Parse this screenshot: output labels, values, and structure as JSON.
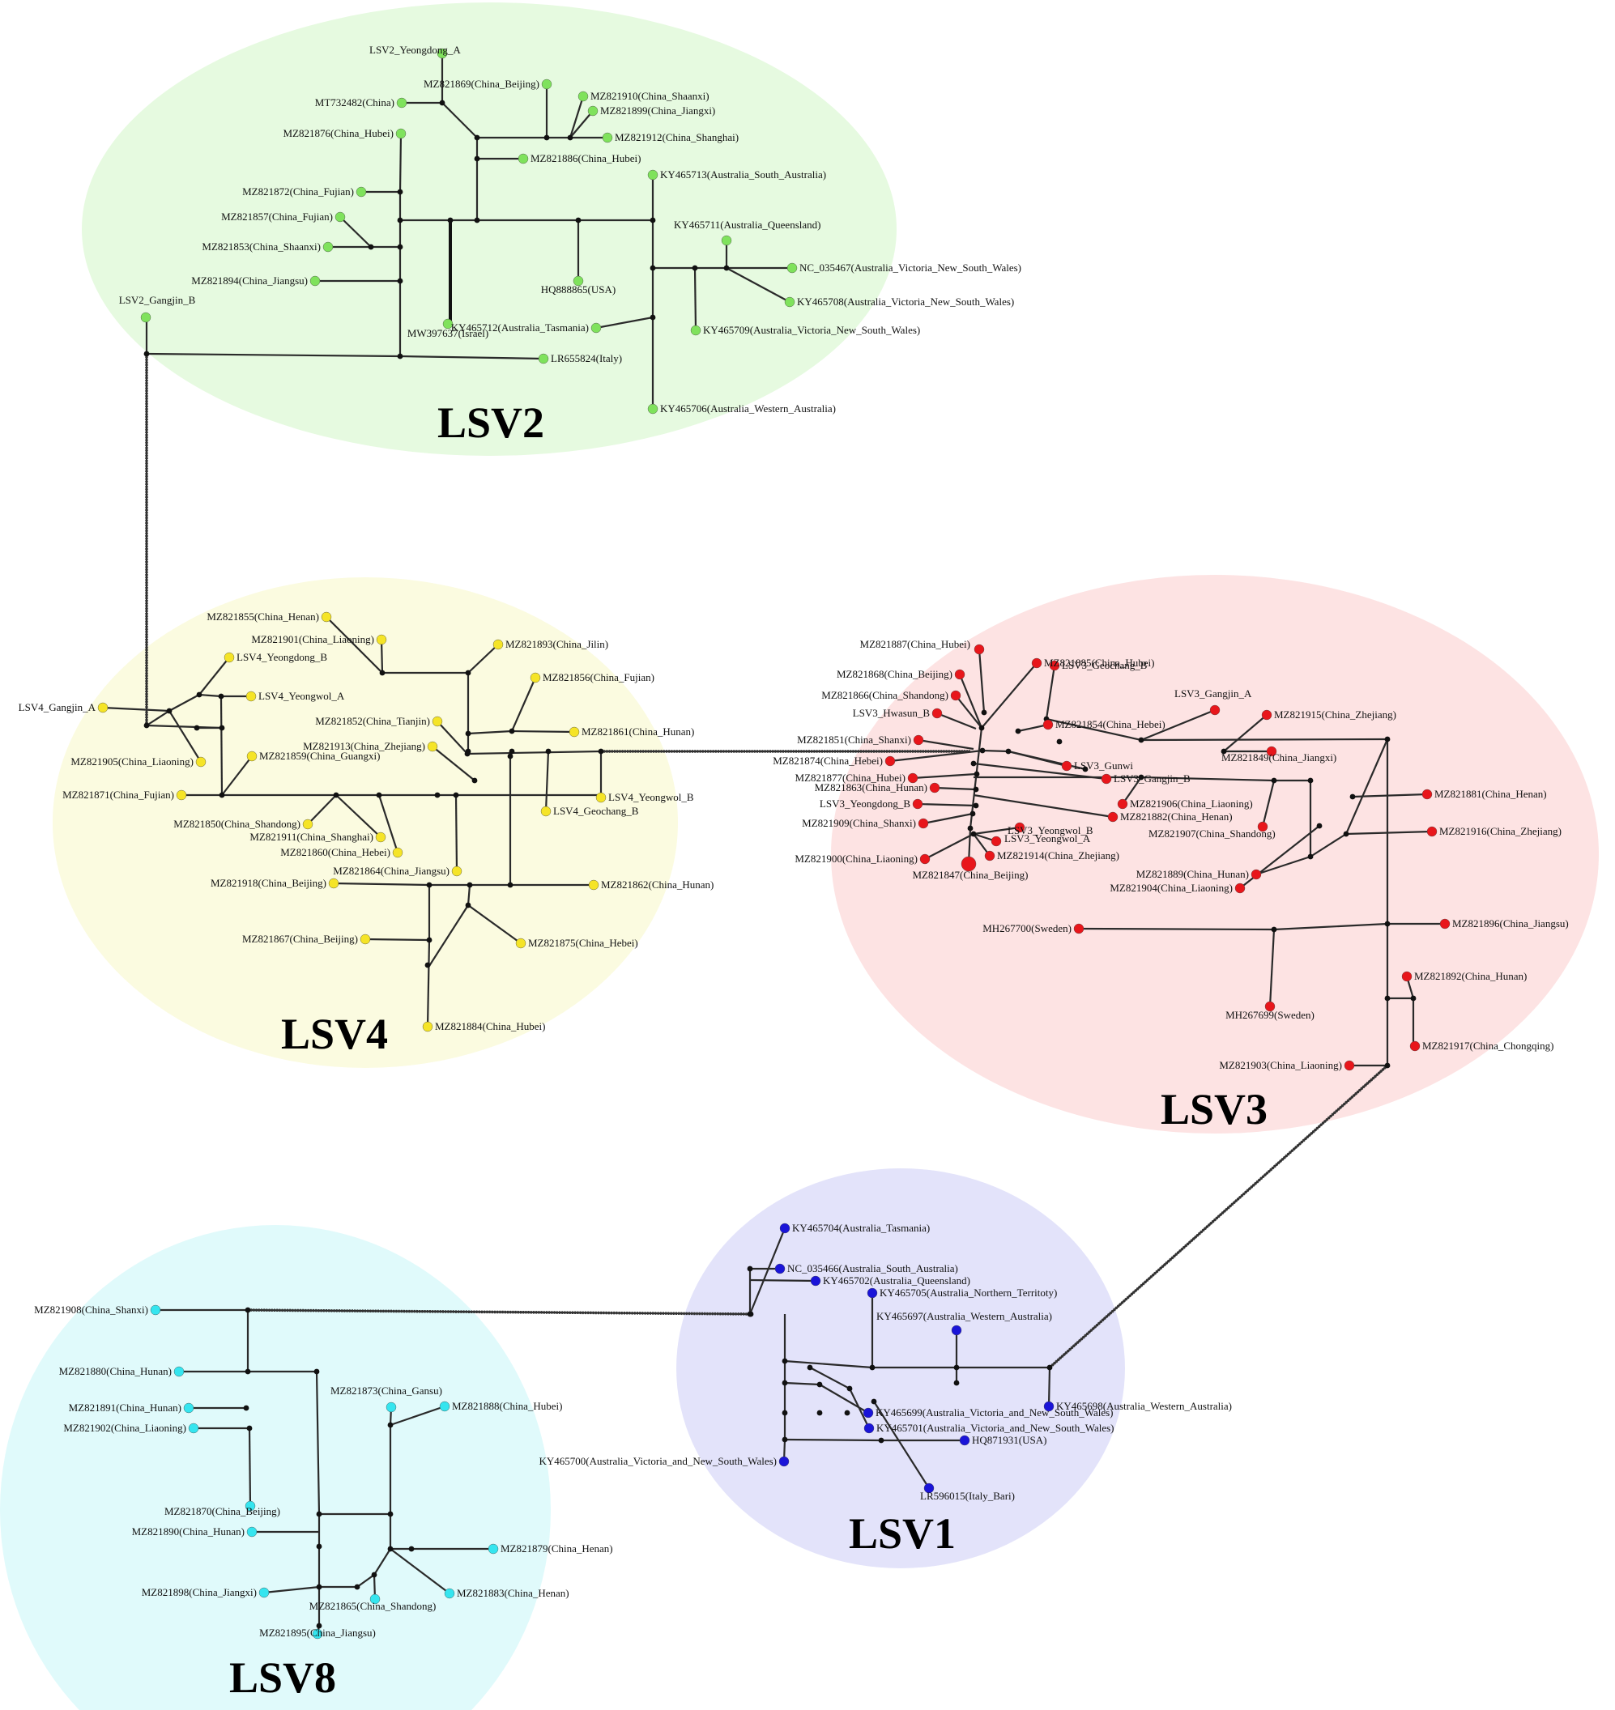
{
  "groups": [
    {
      "id": "LSV2",
      "label": "LSV2",
      "color": "#7fe25c",
      "bg": "#e6fae0"
    },
    {
      "id": "LSV4",
      "label": "LSV4",
      "color": "#f5e427",
      "bg": "#fbfbe0"
    },
    {
      "id": "LSV3",
      "label": "LSV3",
      "color": "#e8161b",
      "bg": "#fde3e3"
    },
    {
      "id": "LSV1",
      "label": "LSV1",
      "color": "#1a14d8",
      "bg": "#e3e3fa"
    },
    {
      "id": "LSV8",
      "label": "LSV8",
      "color": "#35e5ef",
      "bg": "#e0fafb"
    }
  ],
  "haplotypes": {
    "LSV2": [
      "LSV2_Yeongdong_A",
      "MZ821869(China_Beijing)",
      "MT732482(China)",
      "MZ821910(China_Shaanxi)",
      "MZ821899(China_Jiangxi)",
      "MZ821876(China_Hubei)",
      "MZ821912(China_Shanghai)",
      "MZ821886(China_Hubei)",
      "KY465713(Australia_South_Australia)",
      "MZ821872(China_Fujian)",
      "MZ821857(China_Fujian)",
      "KY465711(Australia_Queensland)",
      "MZ821853(China_Shaanxi)",
      "NC_035467(Australia_Victoria_New_South_Wales)",
      "MZ821894(China_Jiangsu)",
      "HQ888865(USA)",
      "KY465708(Australia_Victoria_New_South_Wales)",
      "LSV2_Gangjin_B",
      "KY465712(Australia_Tasmania)",
      "KY465709(Australia_Victoria_New_South_Wales)",
      "MW397637(Israel)",
      "LR655824(Italy)",
      "KY465706(Australia_Western_Australia)"
    ],
    "LSV4": [
      "MZ821855(China_Henan)",
      "MZ821901(China_Liaoning)",
      "MZ821893(China_Jilin)",
      "LSV4_Yeongdong_B",
      "MZ821856(China_Fujian)",
      "LSV4_Yeongwol_A",
      "LSV4_Gangjin_A",
      "MZ821852(China_Tianjin)",
      "MZ821861(China_Hunan)",
      "MZ821913(China_Zhejiang)",
      "MZ821859(China_Guangxi)",
      "MZ821905(China_Liaoning)",
      "MZ821871(China_Fujian)",
      "LSV4_Yeongwol_B",
      "LSV4_Geochang_B",
      "MZ821850(China_Shandong)",
      "MZ821911(China_Shanghai)",
      "MZ821860(China_Hebei)",
      "MZ821864(China_Jiangsu)",
      "MZ821918(China_Beijing)",
      "MZ821862(China_Hunan)",
      "MZ821867(China_Beijing)",
      "MZ821875(China_Hebei)",
      "MZ821884(China_Hubei)"
    ],
    "LSV3": [
      "MZ821887(China_Hubei)",
      "MZ821885(China_Hubei)",
      "MZ821868(China_Beijing)",
      "LSV3_Geochang_B",
      "MZ821866(China_Shandong)",
      "LSV3_Gangjin_A",
      "LSV3_Hwasun_B",
      "MZ821854(China_Hebei)",
      "MZ821915(China_Zhejiang)",
      "MZ821851(China_Shanxi)",
      "MZ821874(China_Hebei)",
      "MZ821849(China_Jiangxi)",
      "LSV3_Gunwi",
      "MZ821877(China_Hubei)",
      "LSV3_Gangjin_B",
      "MZ821863(China_Hunan)",
      "MZ821881(China_Henan)",
      "LSV3_Yeongdong_B",
      "MZ821906(China_Liaoning)",
      "MZ821882(China_Henan)",
      "MZ821909(China_Shanxi)",
      "LSV3_Yeongwol_B",
      "LSV3_Yeongwol_A",
      "MZ821907(China_Shandong)",
      "MZ821916(China_Zhejiang)",
      "MZ821900(China_Liaoning)",
      "MZ821914(China_Zhejiang)",
      "MZ821847(China_Beijing)",
      "MZ821889(China_Hunan)",
      "MZ821904(China_Liaoning)",
      "MH267700(Sweden)",
      "MZ821896(China_Jiangsu)",
      "MZ821892(China_Hunan)",
      "MH267699(Sweden)",
      "MZ821917(China_Chongqing)",
      "MZ821903(China_Liaoning)"
    ],
    "LSV1": [
      "KY465704(Australia_Tasmania)",
      "NC_035466(Australia_South_Australia)",
      "KY465702(Australia_Queensland)",
      "KY465705(Australia_Northern_Territoty)",
      "KY465697(Australia_Western_Australia)",
      "KY465698(Australia_Western_Australia)",
      "KY465699(Australia_Victoria_and_New_South_Wales)",
      "KY465701(Australia_Victoria_and_New_South_Wales)",
      "HQ871931(USA)",
      "KY465700(Australia_Victoria_and_New_South_Wales)",
      "LR596015(Italy_Bari)"
    ],
    "LSV8": [
      "MZ821908(China_Shanxi)",
      "MZ821880(China_Hunan)",
      "MZ821873(China_Gansu)",
      "MZ821891(China_Hunan)",
      "MZ821888(China_Hubei)",
      "MZ821902(China_Liaoning)",
      "MZ821870(China_Beijing)",
      "MZ821890(China_Hunan)",
      "MZ821879(China_Henan)",
      "MZ821898(China_Jiangxi)",
      "MZ821883(China_Henan)",
      "MZ821865(China_Shandong)",
      "MZ821895(China_Jiangsu)"
    ]
  }
}
